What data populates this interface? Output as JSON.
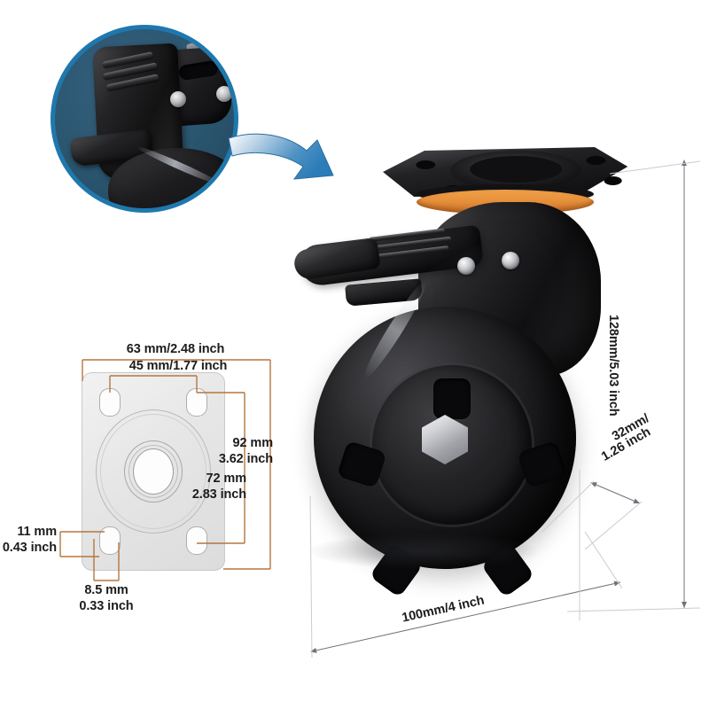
{
  "product": {
    "name": "swivel-caster-wheel-with-brake",
    "title": "Swivel Caster Wheel with Brake"
  },
  "colors": {
    "swivel_ring_orange": "#e8913c",
    "inset_ring_blue": "#1f78ad",
    "inset_background_blue": "#2b5670",
    "arrow_blue": "#2b7cb8",
    "leader_line_brown": "#b5763f",
    "dimension_line_gray": "#6f7378",
    "plate_gray": "#e6e6e6",
    "body_black": "#161618"
  },
  "inset": {
    "name": "brake-lever-detail-closeup",
    "caption": ""
  },
  "arrow": {
    "name": "pointer-arrow",
    "direction": "right-down"
  },
  "dimensions": {
    "overall_height": "128mm/5.03 inch",
    "wheel_diameter": "100mm/4 inch",
    "wheel_width": "32mm/\n1.26 inch",
    "wheel_width_line1": "32mm/",
    "wheel_width_line2": "1.26 inch",
    "plate_width": "63 mm/2.48 inch",
    "bolt_hole_spacing_width": "45 mm/1.77 inch",
    "plate_length": "92 mm",
    "plate_length_inch": "3.62 inch",
    "bolt_hole_spacing_length": "72 mm",
    "bolt_hole_spacing_length_inch": "2.83 inch",
    "slot_length": "11 mm",
    "slot_length_inch": "0.43 inch",
    "slot_width": "8.5 mm",
    "slot_width_inch": "0.33 inch"
  },
  "plate_diagram": {
    "name": "mounting-plate-top-view",
    "slot_count": 4
  },
  "caster_parts": {
    "top_plate": "mounting-plate",
    "swivel_ring": "orange-swivel-raceway",
    "fork": "caster-fork-yoke",
    "brake": "brake-lever",
    "wheel": "pu-wheel",
    "hub_bolt": "hex-axle-bolt",
    "rivet_count": 2,
    "spoke_count": 5
  }
}
